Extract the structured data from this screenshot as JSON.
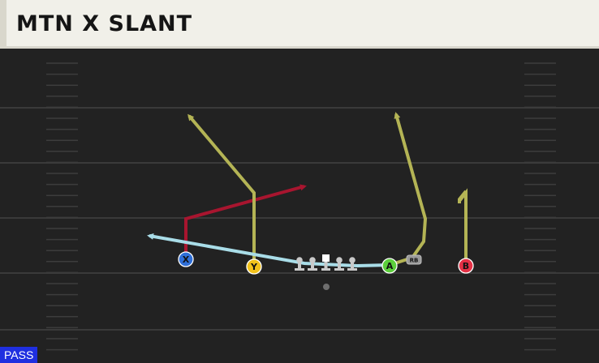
{
  "play": {
    "title": "MTN X SLANT",
    "type_badge": "PASS"
  },
  "players": [
    {
      "id": "X",
      "label": "X",
      "color": "#2f6fd8",
      "text_color": "#111111"
    },
    {
      "id": "Y",
      "label": "Y",
      "color": "#f2c21b",
      "text_color": "#111111"
    },
    {
      "id": "A",
      "label": "A",
      "color": "#5ccf3c",
      "text_color": "#111111"
    },
    {
      "id": "B",
      "label": "B",
      "color": "#e53146",
      "text_color": "#111111"
    },
    {
      "id": "RB",
      "label": "RB",
      "color": "#9a9a9a",
      "text_color": "#111111"
    }
  ],
  "routes": [
    {
      "player": "X",
      "color": "#a8152f"
    },
    {
      "player": "Y",
      "color": "#b4b455"
    },
    {
      "player": "A",
      "color": "#b4b455"
    },
    {
      "player": "B",
      "color": "#b4b455"
    },
    {
      "player": "RB",
      "color": "#a9dde8"
    }
  ],
  "colors": {
    "field": "#222222",
    "yard_line": "#3a3a3a",
    "hash": "#3c3c3c",
    "lineman": "#c9c9c9",
    "ball": "#ffffff",
    "qb_dot": "#6e6e6e",
    "title_bg": "#f1f0e9",
    "badge_bg": "#1f2fe0"
  }
}
